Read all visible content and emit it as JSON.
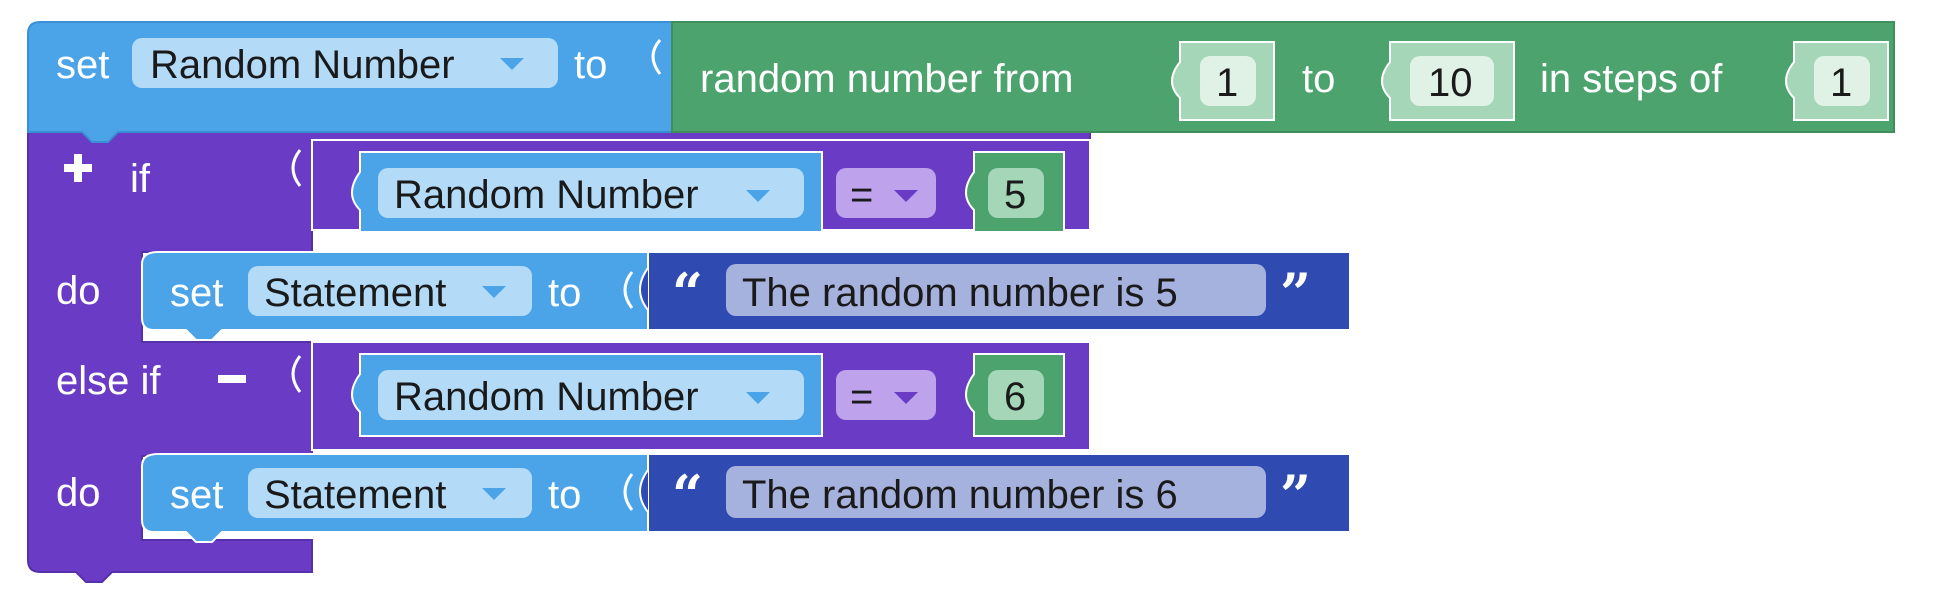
{
  "colors": {
    "variables": "#4ba3e8",
    "variables_field": "#b3dbf8",
    "math": "#4ca36d",
    "math_field": "#dff2e5",
    "math_slot": "#a6d6b8",
    "logic": "#6a3bc5",
    "compare_field": "#bea3ec",
    "text": "#2f4ab0",
    "text_field": "#a6b2de"
  },
  "set_block": {
    "set_label": "set",
    "variable": "Random Number",
    "to_label": "to"
  },
  "random_block": {
    "label": "random number from",
    "from_value": "1",
    "to_label": "to",
    "to_value": "10",
    "steps_label": "in steps of",
    "step_value": "1"
  },
  "if_block": {
    "plus_icon": "plus-icon",
    "minus_icon": "minus-icon",
    "if_label": "if",
    "else_if_label": "else if",
    "do_label": "do",
    "branches": [
      {
        "compare_variable": "Random Number",
        "operator": "=",
        "compare_value": "5",
        "set_label": "set",
        "target_variable": "Statement",
        "to_label": "to",
        "text_value": "The random number is 5"
      },
      {
        "compare_variable": "Random Number",
        "operator": "=",
        "compare_value": "6",
        "set_label": "set",
        "target_variable": "Statement",
        "to_label": "to",
        "text_value": "The random number is 6"
      }
    ]
  },
  "icons": {
    "dropdown": "dropdown-arrow-icon",
    "quote_open": "“",
    "quote_close": "”"
  }
}
